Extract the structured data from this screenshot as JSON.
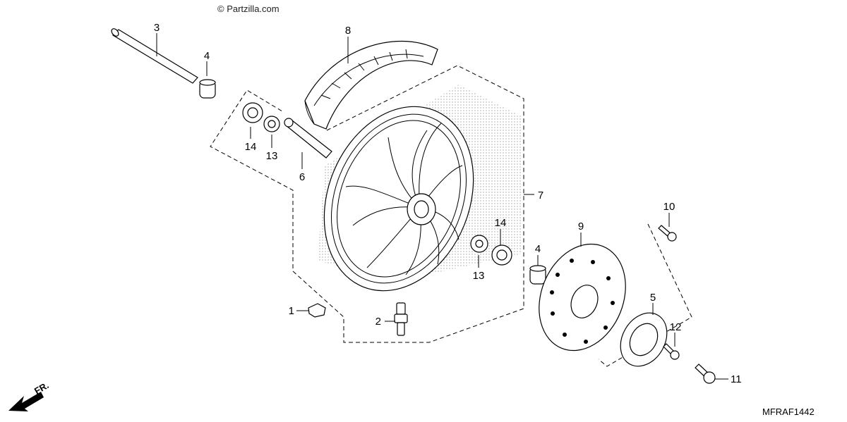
{
  "watermark": "© Partzilla.com",
  "diagram_code": "MFRAF1442",
  "direction_label": "FR.",
  "callouts": [
    {
      "id": "c1",
      "text": "1"
    },
    {
      "id": "c2",
      "text": "2"
    },
    {
      "id": "c3",
      "text": "3"
    },
    {
      "id": "c4a",
      "text": "4"
    },
    {
      "id": "c4b",
      "text": "4"
    },
    {
      "id": "c5",
      "text": "5"
    },
    {
      "id": "c6",
      "text": "6"
    },
    {
      "id": "c7",
      "text": "7"
    },
    {
      "id": "c8",
      "text": "8"
    },
    {
      "id": "c9",
      "text": "9"
    },
    {
      "id": "c10",
      "text": "10"
    },
    {
      "id": "c11",
      "text": "11"
    },
    {
      "id": "c12",
      "text": "12"
    },
    {
      "id": "c13a",
      "text": "13"
    },
    {
      "id": "c13b",
      "text": "13"
    },
    {
      "id": "c14a",
      "text": "14"
    },
    {
      "id": "c14b",
      "text": "14"
    }
  ],
  "icons": [
    "fr-arrow-icon"
  ]
}
